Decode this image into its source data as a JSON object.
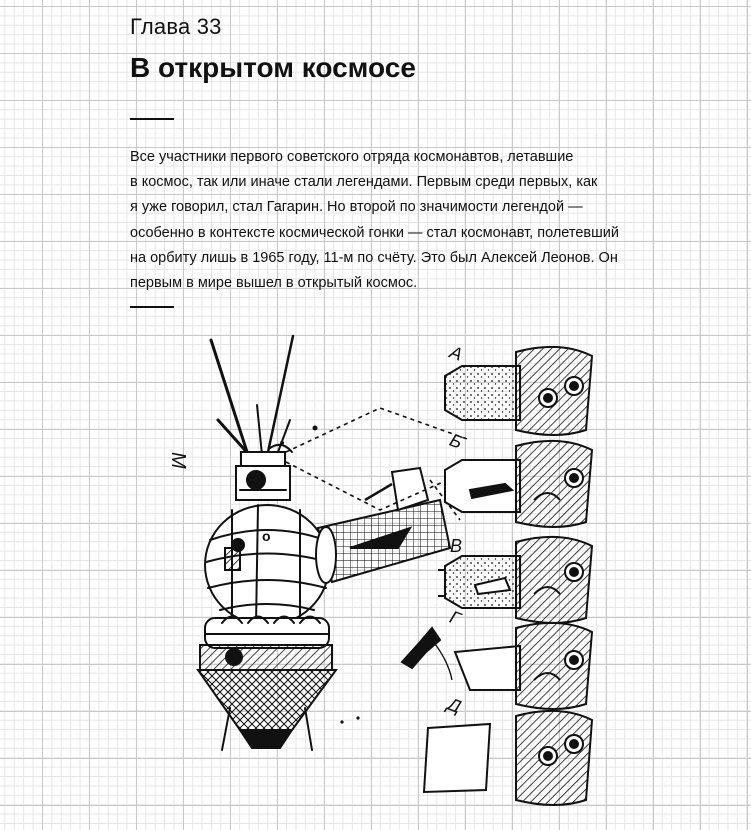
{
  "chapter": {
    "label": "Глава 33",
    "title": "В открытом космосе"
  },
  "body_lines": [
    "Все участники первого советского отряда космонавтов, летавшие",
    "в космос, так или иначе стали легендами. Первым среди первых, как",
    "я уже говорил, стал Гагарин. Но второй по значимости легендой —",
    "особенно в контексте космической гонки — стал космонавт, полетевший",
    "на орбиту лишь в 1965 году, 11-м по счёту. Это был Алексей Леонов. Он",
    "первым в мире вышел в открытый космос."
  ],
  "illustration": {
    "hand_marks": [
      "М",
      "А",
      "Б",
      "В",
      "Г",
      "Д"
    ]
  }
}
